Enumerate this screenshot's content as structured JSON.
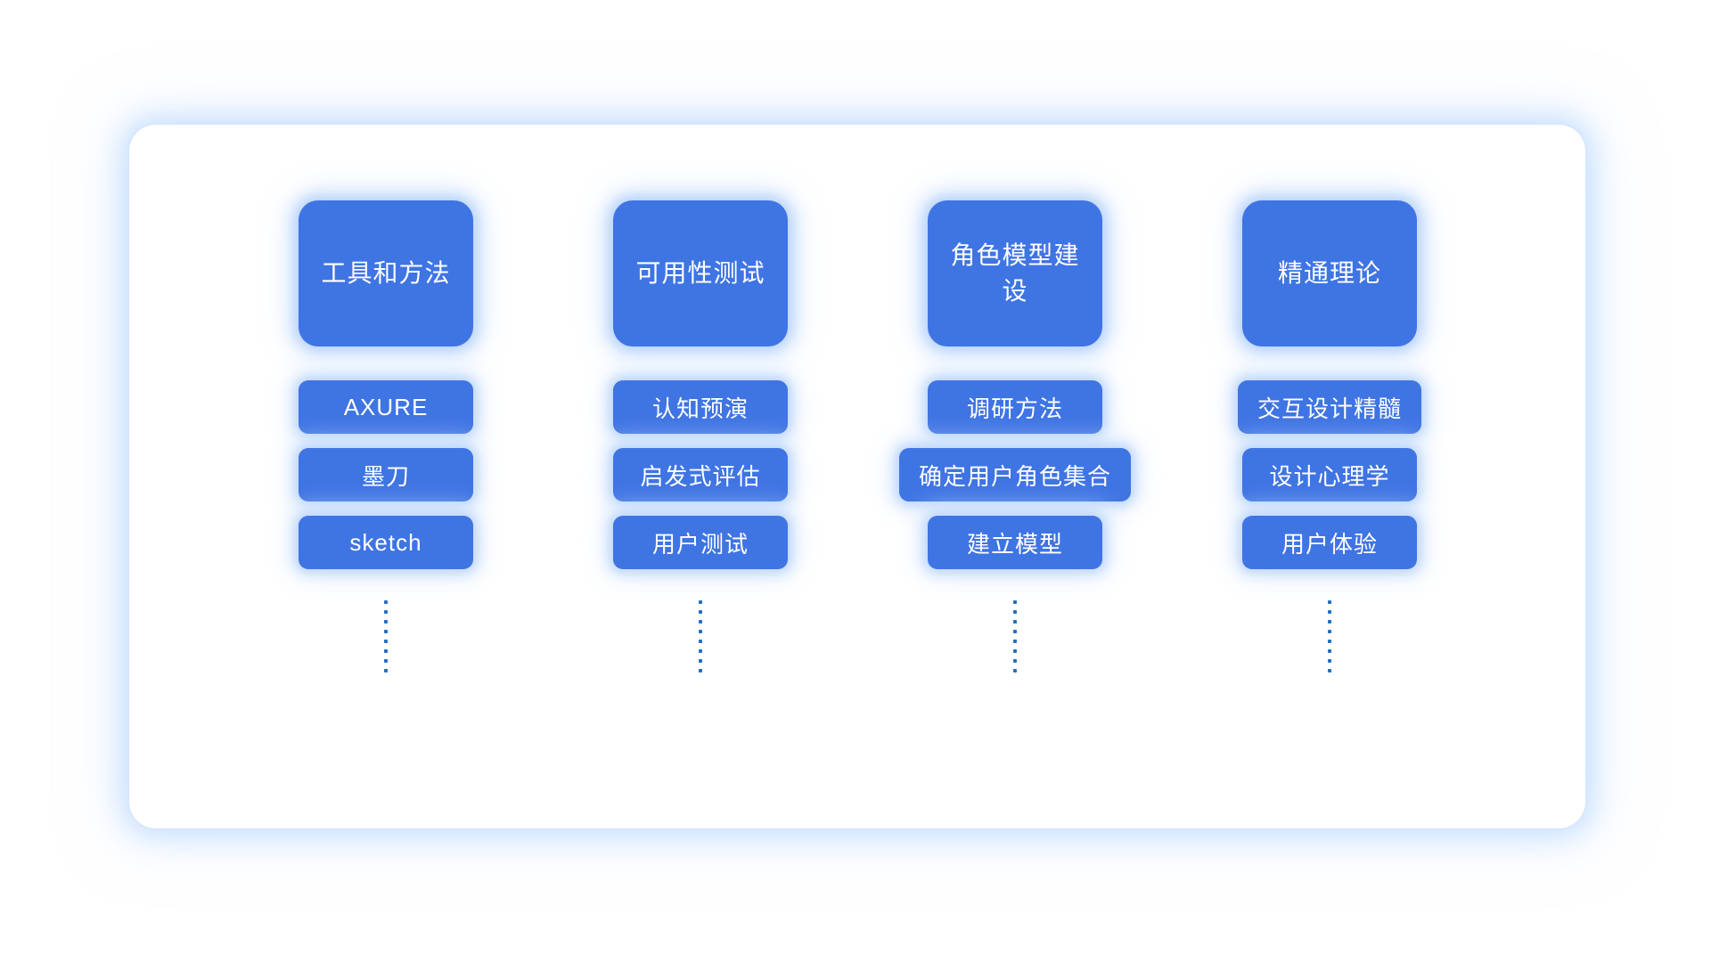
{
  "page": {
    "background_color": "#FFFFFF",
    "panel_background": "#FFFFFF",
    "accent_color": "#3F74E3",
    "glow_color": "#CDE2FD",
    "dot_color": "#1F6FC4",
    "text_color": "#FFFFFF"
  },
  "diagram": {
    "type": "four-column-category-list",
    "column_count": 4,
    "dots_per_column": 8,
    "columns": [
      {
        "header": "工具和方法",
        "items": [
          "AXURE",
          "墨刀",
          "sketch"
        ],
        "has_more_indicator": true
      },
      {
        "header": "可用性测试",
        "items": [
          "认知预演",
          "启发式评估",
          "用户测试"
        ],
        "has_more_indicator": true
      },
      {
        "header": "角色模型建设",
        "items": [
          "调研方法",
          "确定用户角色集合",
          "建立模型"
        ],
        "has_more_indicator": true
      },
      {
        "header": "精通理论",
        "items": [
          "交互设计精髓",
          "设计心理学",
          "用户体验"
        ],
        "has_more_indicator": true
      }
    ]
  }
}
